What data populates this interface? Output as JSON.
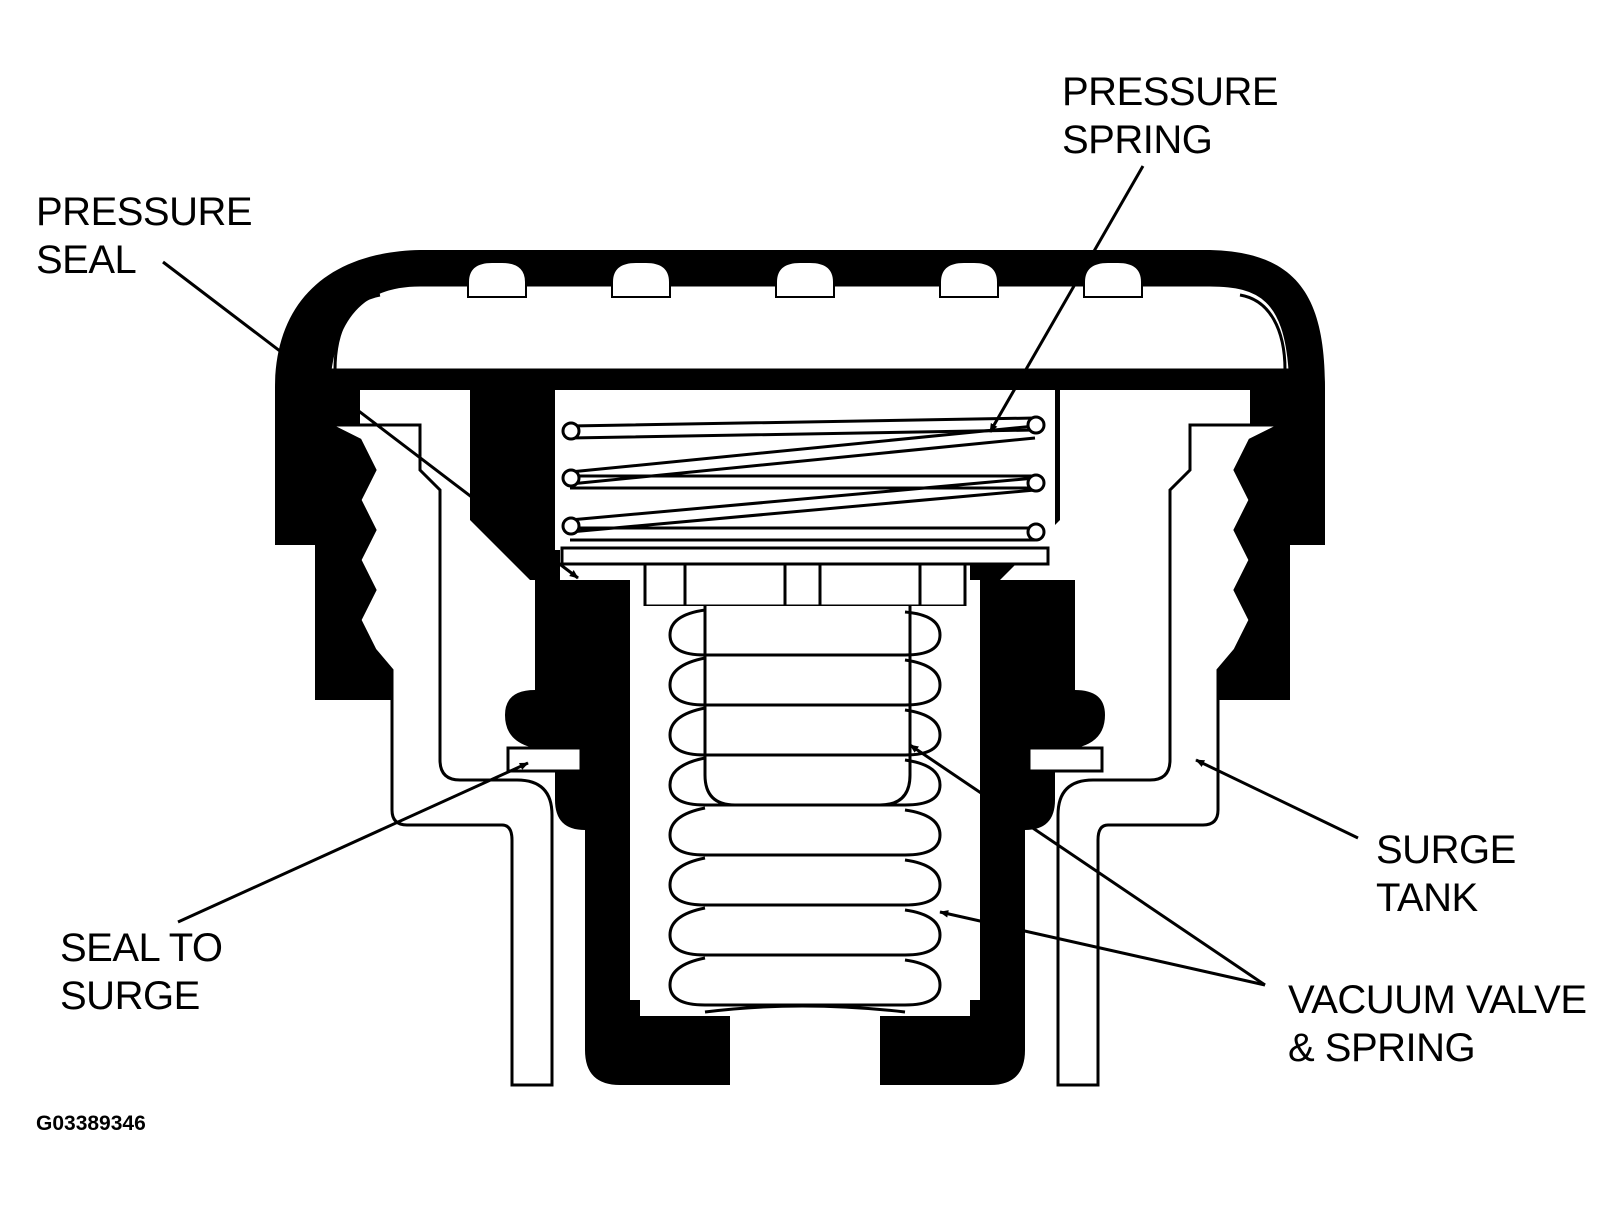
{
  "labels": {
    "pressure_spring": [
      "PRESSURE",
      "SPRING"
    ],
    "pressure_seal": [
      "PRESSURE",
      "SEAL"
    ],
    "seal_to_surge": [
      "SEAL TO",
      "SURGE"
    ],
    "surge_tank": [
      "SURGE",
      "TANK"
    ],
    "vacuum_valve": [
      "VACUUM VALVE",
      "& SPRING"
    ]
  },
  "figure_id": "G03389346",
  "colors": {
    "ink": "#000000",
    "paper": "#ffffff"
  }
}
